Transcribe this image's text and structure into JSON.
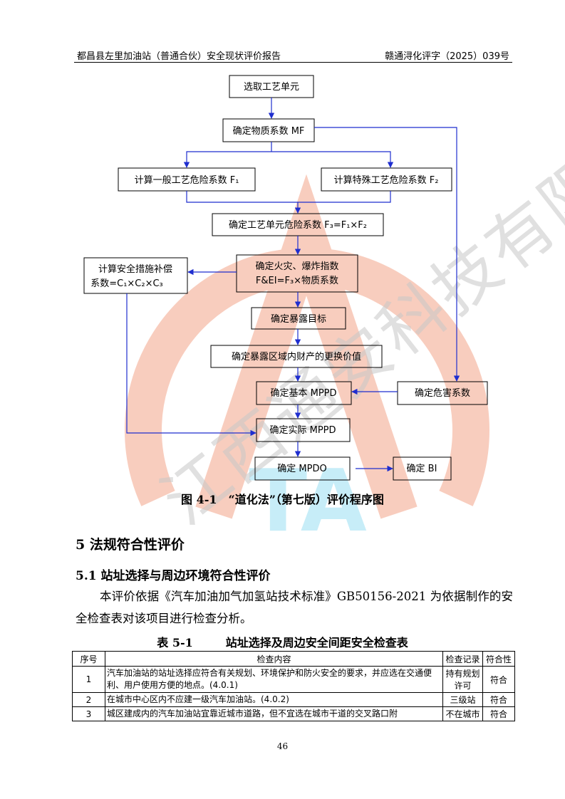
{
  "header": {
    "left": "都昌县左里加油站（普通合伙）安全现状评价报告",
    "right": "赣通浔化评字（2025）039号"
  },
  "watermark": {
    "text": "江西通安科技有限公司",
    "logo_letters": "TA",
    "logo_color": "#f4a58a",
    "text_color": "#c8c8c8"
  },
  "flowchart": {
    "nodes": {
      "select_unit": "选取工艺单元",
      "material_factor": "确定物质系数 MF",
      "general_hazard": "计算一般工艺危险系数 F₁",
      "special_hazard": "计算特殊工艺危险系数 F₂",
      "unit_hazard": "确定工艺单元危险系数 F₃=F₁×F₂",
      "fei_line1": "确定火灾、爆炸指数",
      "fei_line2": "F&EI=F₃×物质系数",
      "safety_line1": "计算安全措施补偿",
      "safety_line2": "系数=C₁×C₂×C₃",
      "exposure_target": "确定暴露目标",
      "replacement_value": "确定暴露区域内财产的更换价值",
      "base_mppd": "确定基本 MPPD",
      "damage_factor": "确定危害系数",
      "actual_mppd": "确定实际 MPPD",
      "mpdo": "确定 MPDO",
      "bi": "确定 BI"
    },
    "line_color": "#1f2ecf"
  },
  "figure_caption": "图 4-1　“道化法”（第七版）评价程序图",
  "section": {
    "h1": "5 法规符合性评价",
    "h2": "5.1 站址选择与周边环境符合性评价",
    "paragraph": "本评价依据《汽车加油加气加氢站技术标准》GB50156-2021 为依据制作的安全检查表对该项目进行检查分析。"
  },
  "table": {
    "caption_no": "表 5-1",
    "caption_title": "站址选择及周边安全间距安全检查表",
    "headers": [
      "序号",
      "检查内容",
      "检查记录",
      "符合性"
    ],
    "rows": [
      {
        "no": "1",
        "content": "汽车加油站的站址选择应符合有关规划、环境保护和防火安全的要求，并应选在交通便利、用户使用方便的地点。(4.0.1)",
        "record": "持有规划许可",
        "result": "符合"
      },
      {
        "no": "2",
        "content": "在城市中心区内不应建一级汽车加油站。(4.0.2)",
        "record": "三级站",
        "result": "符合"
      },
      {
        "no": "3",
        "content": "城区建成内的汽车加油站宜靠近城市道路，但不宜选在城市干道的交叉路口附",
        "record": "不在城市",
        "result": "符合"
      }
    ]
  },
  "page_number": "46"
}
